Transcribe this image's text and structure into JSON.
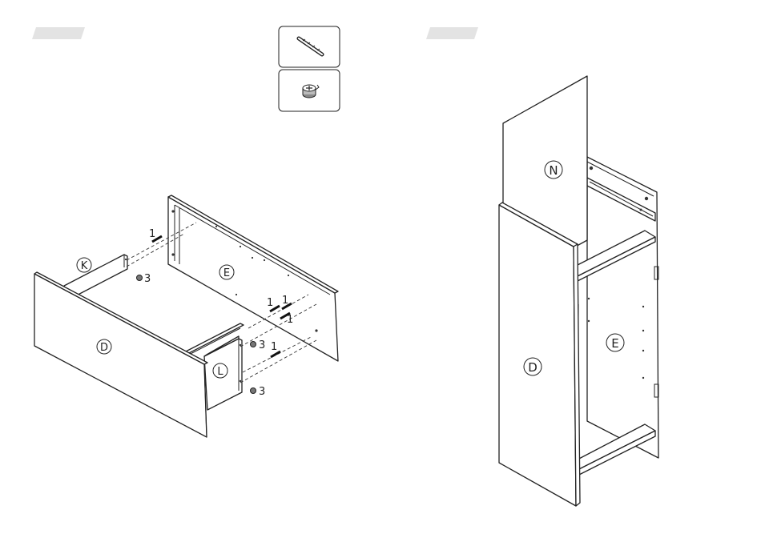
{
  "colors": {
    "line": "#222222",
    "step_tab": "#e3e3e3",
    "background": "#ffffff"
  },
  "parts_legend": [
    {
      "icon": "wooden-dowel-icon"
    },
    {
      "icon": "cam-lock-icon"
    }
  ],
  "step1": {
    "panel_labels": {
      "k": "K",
      "e": "E",
      "d": "D",
      "l": "L"
    },
    "callouts": {
      "dowel_top": "1",
      "cam_top": "3",
      "dowel_mid_a": "1",
      "dowel_mid_b": "1",
      "dowel_mid_c": "1",
      "cam_mid": "3",
      "dowel_low": "1",
      "cam_low": "3"
    }
  },
  "step2": {
    "panel_labels": {
      "n": "N",
      "e": "E",
      "d": "D"
    }
  }
}
